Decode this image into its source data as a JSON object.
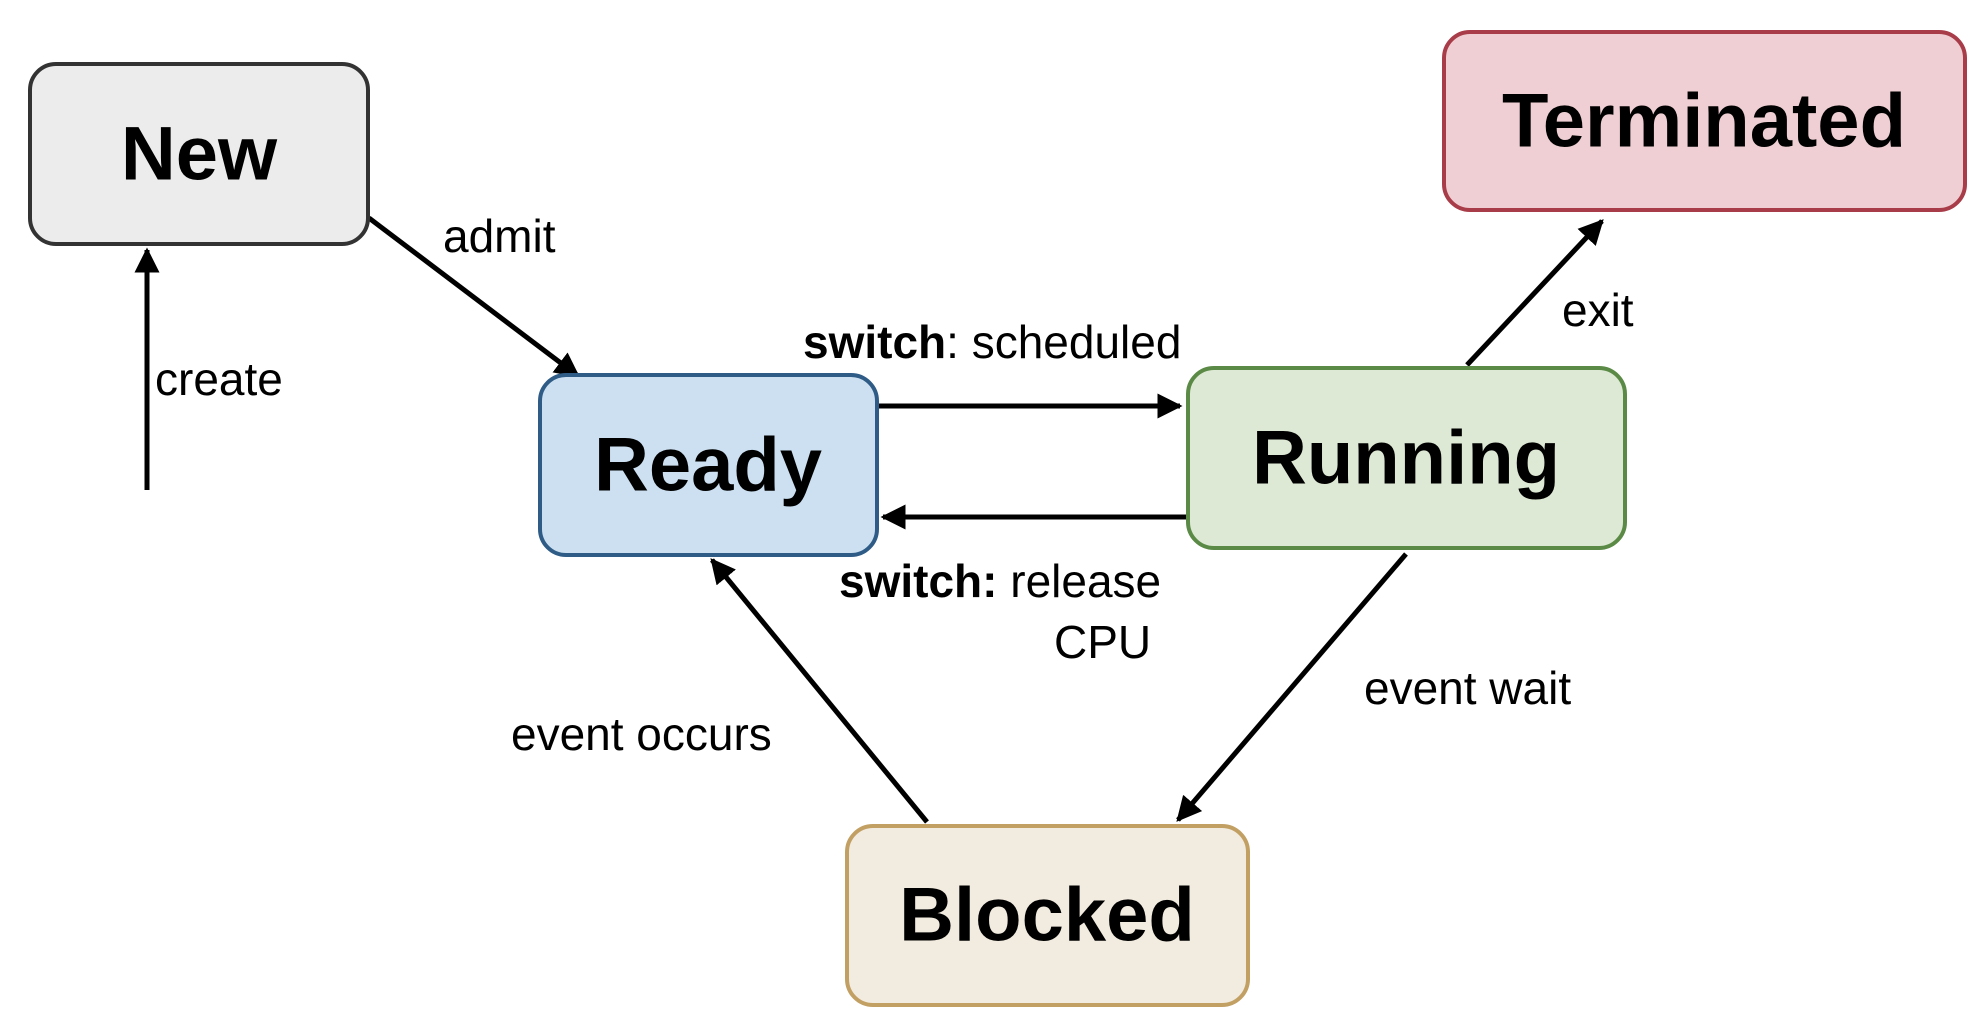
{
  "states": {
    "new": {
      "label": "New",
      "fill": "#ececec",
      "stroke": "#333333"
    },
    "ready": {
      "label": "Ready",
      "fill": "#cce0f1",
      "stroke": "#2f5c86"
    },
    "running": {
      "label": "Running",
      "fill": "#dde9d4",
      "stroke": "#5b8a47"
    },
    "terminated": {
      "label": "Terminated",
      "fill": "#efcfd3",
      "stroke": "#a83c48"
    },
    "blocked": {
      "label": "Blocked",
      "fill": "#f2ebdf",
      "stroke": "#c2a064"
    }
  },
  "transitions": {
    "create": {
      "label": "create"
    },
    "admit": {
      "label": "admit"
    },
    "scheduled": {
      "keyword": "switch",
      "rest": ": scheduled"
    },
    "release": {
      "keyword": "switch:",
      "rest": " release",
      "line2": "CPU"
    },
    "exit": {
      "label": "exit"
    },
    "event_wait": {
      "label": "event wait"
    },
    "event_occurs": {
      "label": "event occurs"
    }
  }
}
